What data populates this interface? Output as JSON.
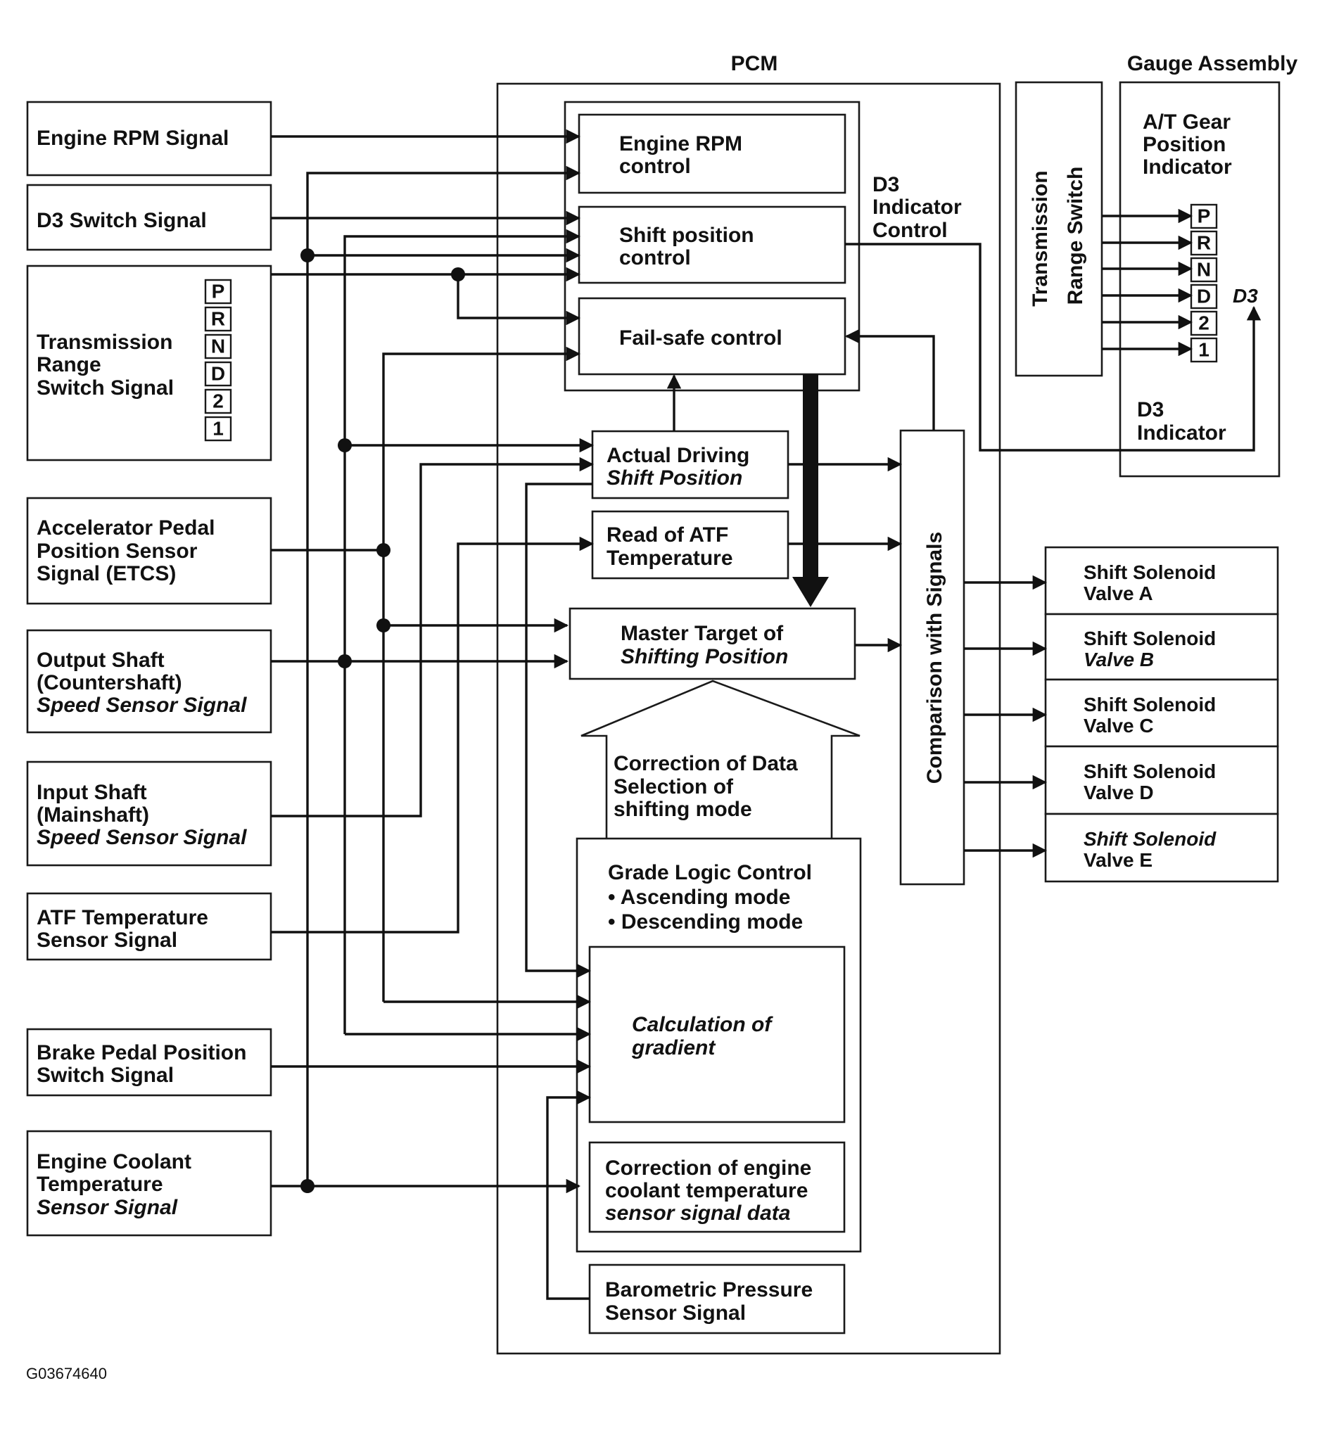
{
  "pcm": {
    "title": "PCM",
    "engine_rpm_control": [
      "Engine RPM",
      "control"
    ],
    "shift_position_control": [
      "Shift position",
      "control"
    ],
    "fail_safe_control": "Fail-safe control",
    "d3_indicator_control": [
      "D3",
      "Indicator",
      "Control"
    ],
    "actual_driving_shift_position": [
      "Actual Driving",
      "Shift Position"
    ],
    "read_of_atf_temperature": [
      "Read of ATF",
      "Temperature"
    ],
    "master_target_of_shifting_position": [
      "Master Target of",
      "Shifting Position"
    ],
    "correction_of_data": [
      "Correction of Data",
      "Selection of",
      "shifting mode"
    ],
    "grade_logic_control": [
      "Grade Logic Control",
      "• Ascending mode",
      "• Descending mode"
    ],
    "calculation_of_gradient": [
      "Calculation of",
      "gradient"
    ],
    "correction_of_engine_coolant": [
      "Correction of engine",
      "coolant temperature",
      "sensor signal data"
    ],
    "barometric_pressure_sensor_signal": [
      "Barometric Pressure",
      "Sensor Signal"
    ],
    "comparison_with_signals": "Comparison with Signals"
  },
  "inputs": {
    "engine_rpm_signal": [
      "Engine RPM Signal"
    ],
    "d3_switch_signal": [
      "D3 Switch Signal"
    ],
    "transmission_range_switch_signal": [
      "Transmission",
      "Range",
      "Switch Signal"
    ],
    "accelerator_pedal_position_sensor_signal": [
      "Accelerator Pedal",
      "Position Sensor",
      "Signal (ETCS)"
    ],
    "output_shaft_speed_sensor_signal": [
      "Output Shaft",
      "(Countershaft)",
      "Speed Sensor Signal"
    ],
    "input_shaft_speed_sensor_signal": [
      "Input Shaft",
      "(Mainshaft)",
      "Speed Sensor Signal"
    ],
    "atf_temperature_sensor_signal": [
      "ATF Temperature",
      "Sensor Signal"
    ],
    "brake_pedal_position_switch_signal": [
      "Brake Pedal Position",
      "Switch Signal"
    ],
    "engine_coolant_temperature_sensor_signal": [
      "Engine Coolant",
      "Temperature",
      "Sensor Signal"
    ]
  },
  "gear_positions": [
    "P",
    "R",
    "N",
    "D",
    "2",
    "1"
  ],
  "gauge_assembly": {
    "title": "Gauge Assembly",
    "transmission_range_switch": [
      "Transmission",
      "Range Switch"
    ],
    "at_gear_position_indicator": [
      "A/T Gear",
      "Position",
      "Indicator"
    ],
    "d3_label": "D3",
    "d3_indicator": [
      "D3",
      "Indicator"
    ]
  },
  "outputs": {
    "shift_solenoid_valve_a": [
      "Shift Solenoid",
      "Valve A"
    ],
    "shift_solenoid_valve_b": [
      "Shift Solenoid",
      "Valve B"
    ],
    "shift_solenoid_valve_c": [
      "Shift Solenoid",
      "Valve C"
    ],
    "shift_solenoid_valve_d": [
      "Shift Solenoid",
      "Valve D"
    ],
    "shift_solenoid_valve_e": [
      "Shift Solenoid",
      "Valve E"
    ]
  },
  "figure_id": "G03674640"
}
